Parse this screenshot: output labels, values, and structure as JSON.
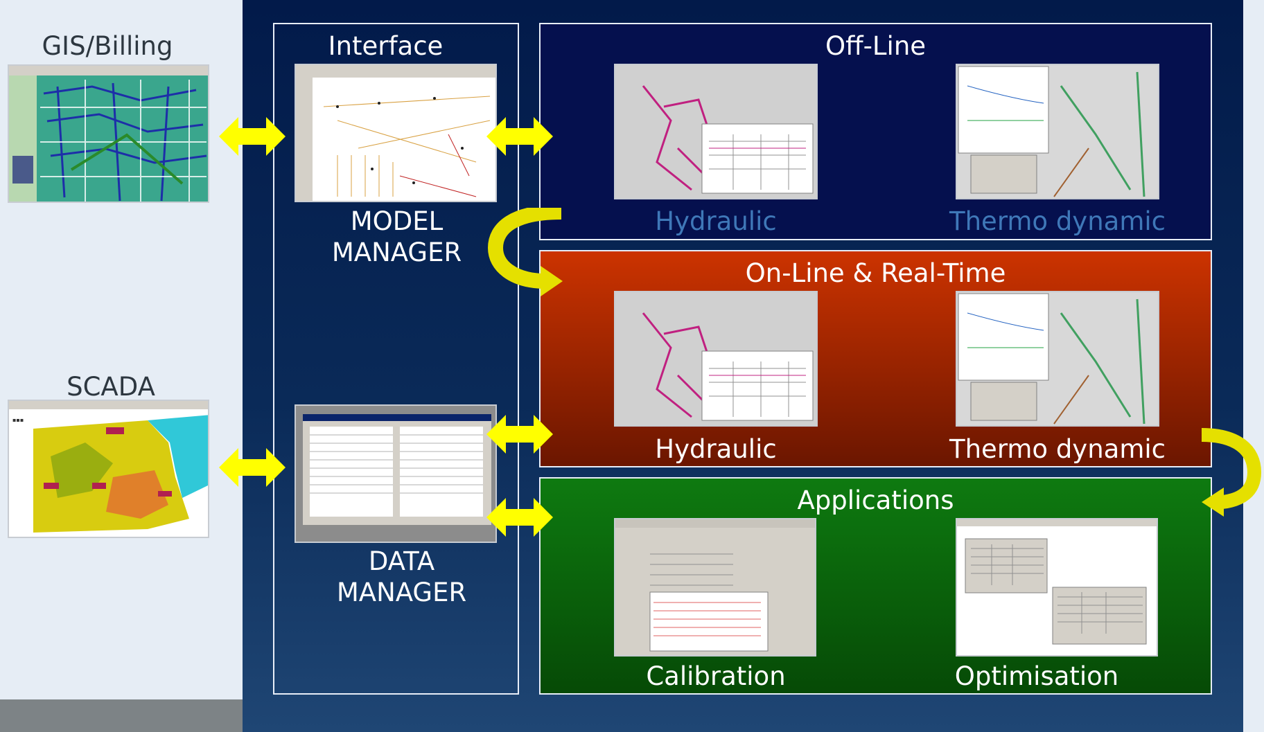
{
  "left": {
    "gis_label": "GIS/Billing",
    "scada_label": "SCADA"
  },
  "interface_panel": {
    "title": "Interface",
    "model_manager": [
      "MODEL",
      "MANAGER"
    ],
    "data_manager": [
      "DATA",
      "MANAGER"
    ]
  },
  "offline": {
    "title": "Off-Line",
    "hydraulic": "Hydraulic",
    "thermo": "Thermo dynamic"
  },
  "online": {
    "title": "On-Line & Real-Time",
    "hydraulic": "Hydraulic",
    "thermo": "Thermo dynamic"
  },
  "applications": {
    "title": "Applications",
    "calibration": "Calibration",
    "optimisation": "Optimisation"
  },
  "colors": {
    "panel_bg": "#021a4a",
    "offline_bg": "#05104e",
    "online_top": "#cc3300",
    "online_bottom": "#6b1600",
    "applications_bg": "#0e7a10",
    "arrow": "#ffff00",
    "arrow_curve": "#e5e000",
    "offline_label": "#3f78b8"
  }
}
